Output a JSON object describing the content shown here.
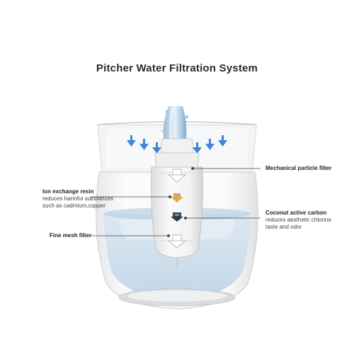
{
  "title": "Pitcher Water Filtration System",
  "labels": {
    "mechanical": {
      "main": "Mechanical  particle filter"
    },
    "ion_exchange": {
      "main": "Ion exchange resin",
      "sub": [
        "reduces harmful substances",
        "such as cadmium,copper"
      ]
    },
    "coconut": {
      "main": "Coconut active carbon",
      "sub": [
        "reduces aesthetic chlorine",
        "taste and odor"
      ]
    },
    "fine_mesh": {
      "main": "Fine mesh filter"
    }
  },
  "colors": {
    "water": "#cfe0ee",
    "water_dark": "#9fbfdc",
    "arrow_blue": "#3f86d6",
    "cartridge": "#f4f4f4",
    "pitcher_edge": "#c9cdd2"
  }
}
